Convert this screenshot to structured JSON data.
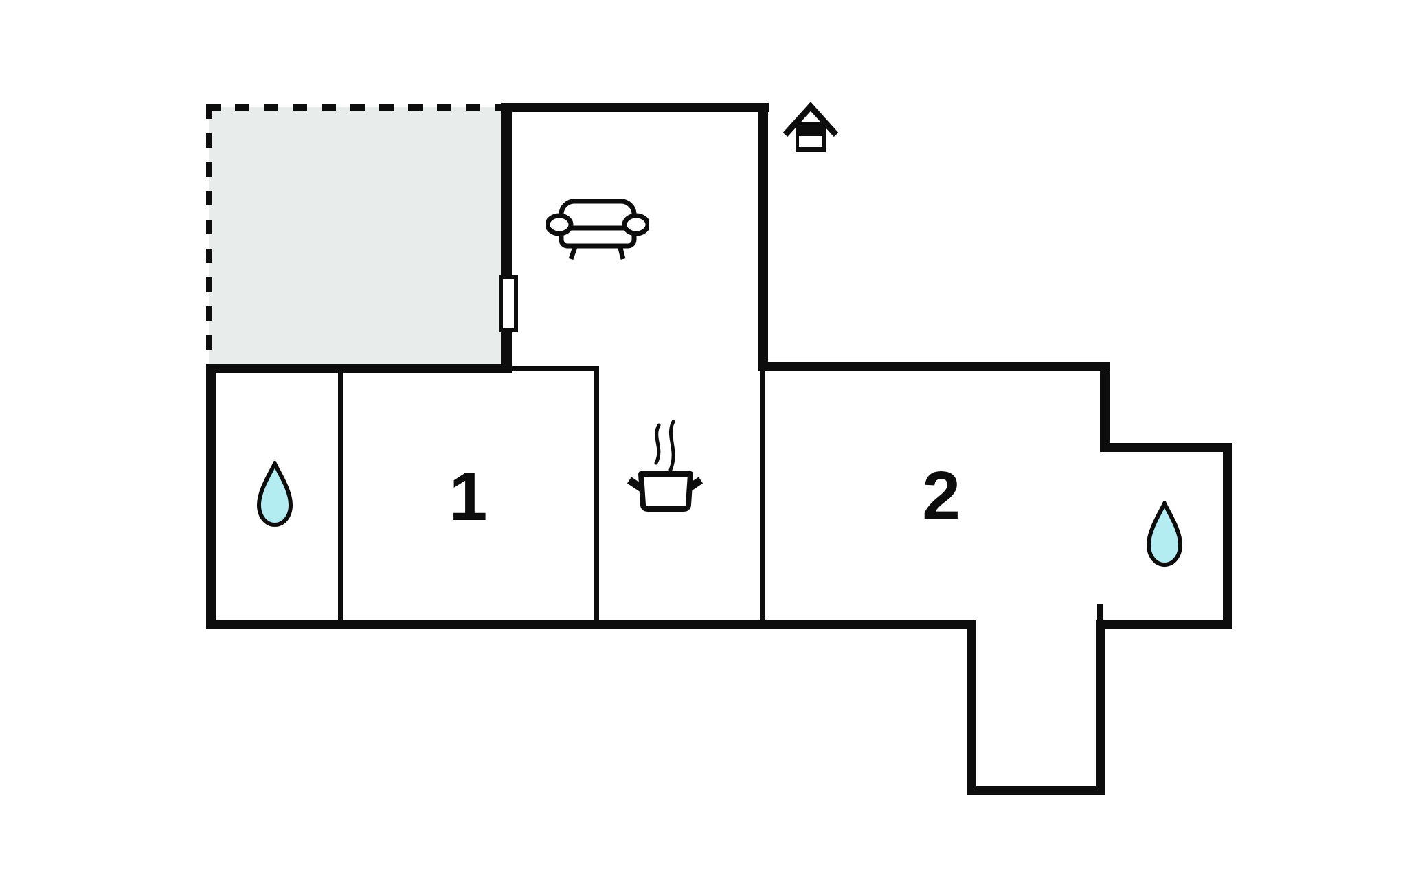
{
  "plan": {
    "type": "apartment-floor-plan"
  },
  "colors": {
    "wall": "#0d0d0d",
    "background": "#ffffff",
    "terrace_fill": "#e8edeb",
    "water_drop_fill": "#b3edf2"
  },
  "rooms": {
    "terrace": {
      "outline": "dashed"
    },
    "living_room": {
      "icon": "sofa-icon"
    },
    "bathroom_left": {
      "icon": "water-drop-icon"
    },
    "bedroom_1": {
      "label": "1"
    },
    "kitchen": {
      "icon": "cooking-pot-icon"
    },
    "bedroom_2": {
      "label": "2"
    },
    "bathroom_right": {
      "icon": "water-drop-icon"
    }
  },
  "markers": {
    "entrance": {
      "icon": "house-icon"
    }
  }
}
